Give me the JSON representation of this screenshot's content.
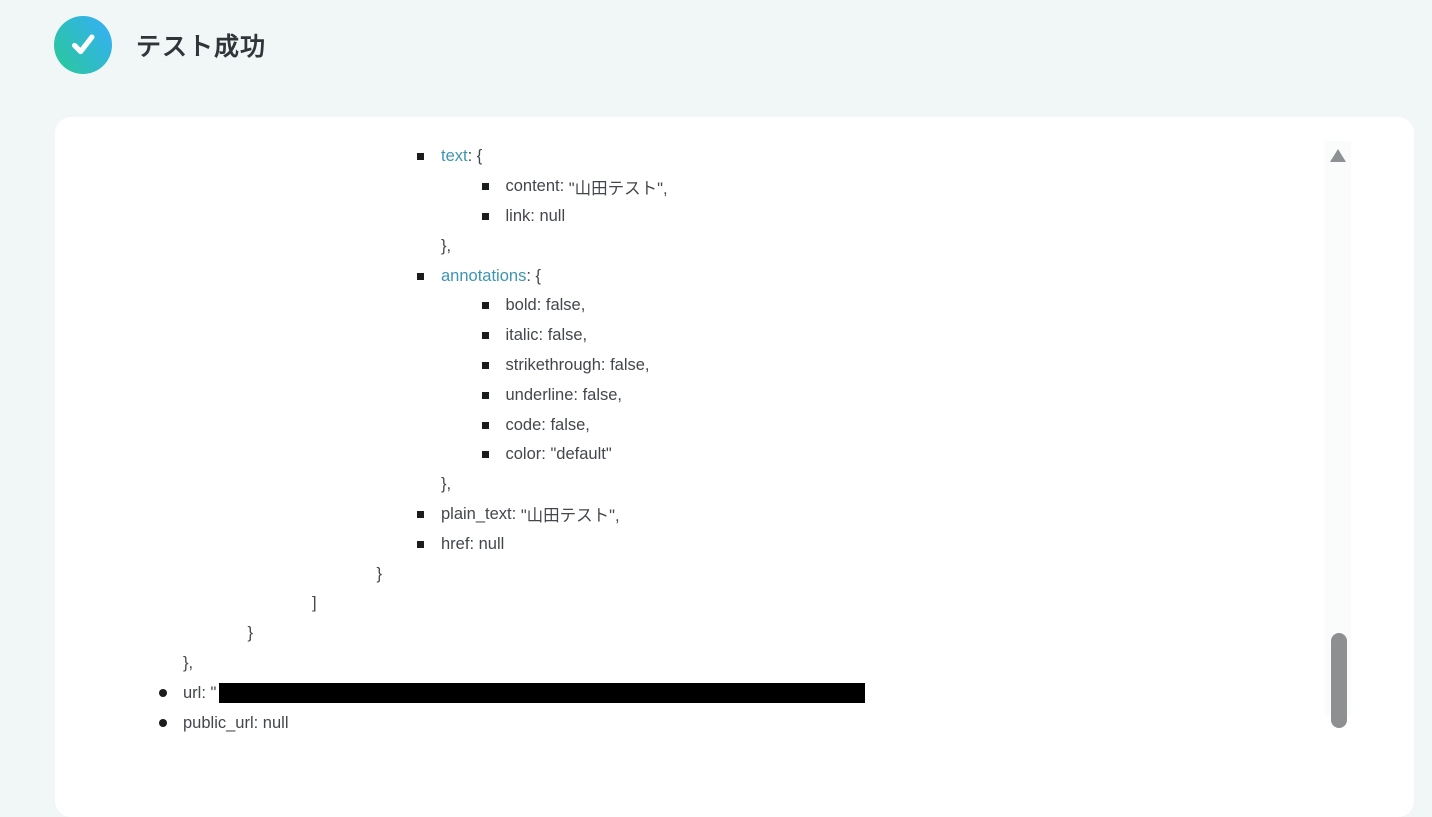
{
  "header": {
    "title": "テスト成功",
    "icon": "check-circle"
  },
  "colors": {
    "page_background": "#f1f7f6",
    "card_background": "#ffffff",
    "success_gradient_start": "#2bc79e",
    "success_gradient_end": "#34b2ec",
    "tree_text": "#43474c",
    "tree_key_link": "#3d96b2",
    "bullet": "#1b1c1e",
    "redaction": "#000000",
    "scrollbar_thumb": "#8d8f91"
  },
  "result_card": {
    "tree": {
      "lines": [
        {
          "level": 5,
          "bullet": "square",
          "key": "text",
          "key_style": "link",
          "value": "{"
        },
        {
          "level": 6,
          "bullet": "square",
          "key": "content",
          "key_style": "plain",
          "value": "\"山田テスト\","
        },
        {
          "level": 6,
          "bullet": "square",
          "key": "link",
          "key_style": "plain",
          "value": "null"
        },
        {
          "level": 5,
          "bullet": "none",
          "key": null,
          "key_style": "plain",
          "value": "},"
        },
        {
          "level": 5,
          "bullet": "square",
          "key": "annotations",
          "key_style": "link",
          "value": "{"
        },
        {
          "level": 6,
          "bullet": "square",
          "key": "bold",
          "key_style": "plain",
          "value": "false,"
        },
        {
          "level": 6,
          "bullet": "square",
          "key": "italic",
          "key_style": "plain",
          "value": "false,"
        },
        {
          "level": 6,
          "bullet": "square",
          "key": "strikethrough",
          "key_style": "plain",
          "value": "false,"
        },
        {
          "level": 6,
          "bullet": "square",
          "key": "underline",
          "key_style": "plain",
          "value": "false,"
        },
        {
          "level": 6,
          "bullet": "square",
          "key": "code",
          "key_style": "plain",
          "value": "false,"
        },
        {
          "level": 6,
          "bullet": "square",
          "key": "color",
          "key_style": "plain",
          "value": "\"default\""
        },
        {
          "level": 5,
          "bullet": "none",
          "key": null,
          "key_style": "plain",
          "value": "},"
        },
        {
          "level": 5,
          "bullet": "square",
          "key": "plain_text",
          "key_style": "plain",
          "value": "\"山田テスト\","
        },
        {
          "level": 5,
          "bullet": "square",
          "key": "href",
          "key_style": "plain",
          "value": "null"
        },
        {
          "level": 4,
          "bullet": "none",
          "key": null,
          "key_style": "plain",
          "value": "}"
        },
        {
          "level": 3,
          "bullet": "none",
          "key": null,
          "key_style": "plain",
          "value": "]"
        },
        {
          "level": 2,
          "bullet": "none",
          "key": null,
          "key_style": "plain",
          "value": "}"
        },
        {
          "level": 1,
          "bullet": "none",
          "key": null,
          "key_style": "plain",
          "value": "},"
        },
        {
          "level": 1,
          "bullet": "disc",
          "key": "url",
          "key_style": "plain",
          "value": "\"",
          "redacted": true
        },
        {
          "level": 1,
          "bullet": "disc",
          "key": "public_url",
          "key_style": "plain",
          "value": "null"
        }
      ]
    }
  }
}
